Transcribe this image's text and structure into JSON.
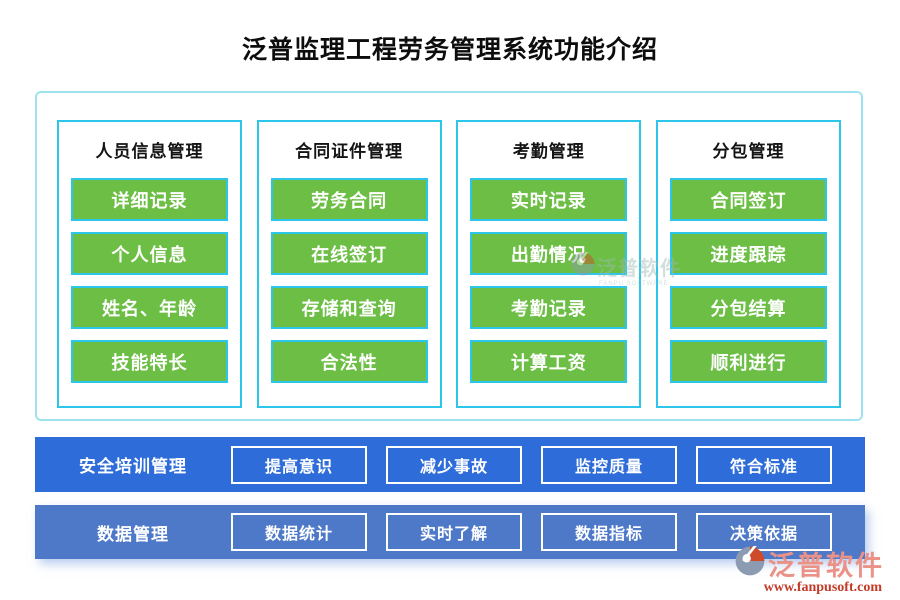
{
  "page": {
    "title": "泛普监理工程劳务管理系统功能介绍"
  },
  "columns": [
    {
      "header": "人员信息管理",
      "items": [
        "详细记录",
        "个人信息",
        "姓名、年龄",
        "技能特长"
      ]
    },
    {
      "header": "合同证件管理",
      "items": [
        "劳务合同",
        "在线签订",
        "存储和查询",
        "合法性"
      ]
    },
    {
      "header": "考勤管理",
      "items": [
        "实时记录",
        "出勤情况",
        "考勤记录",
        "计算工资"
      ]
    },
    {
      "header": "分包管理",
      "items": [
        "合同签订",
        "进度跟踪",
        "分包结算",
        "顺利进行"
      ]
    }
  ],
  "rows": [
    {
      "label": "安全培训管理",
      "items": [
        "提高意识",
        "减少事故",
        "监控质量",
        "符合标准"
      ]
    },
    {
      "label": "数据管理",
      "items": [
        "数据统计",
        "实时了解",
        "数据指标",
        "决策依据"
      ]
    }
  ],
  "watermark": {
    "brand": "泛普软件",
    "subtext": "FANPU SOFTWARE"
  },
  "logo": {
    "brand": "泛普软件",
    "url_text": "www.fanpusoft.com"
  },
  "colors": {
    "button_green": "#6CBE45",
    "cyan_border": "#2BC6E9",
    "outer_border": "#9FE2EF",
    "band1_blue": "#2D6CD9",
    "band2_blue": "#4E79C8",
    "brand_salmon": "#EA9287",
    "url_red": "#C33A28",
    "logo_gray": "#8C9BB1",
    "logo_orange": "#CE4A28"
  }
}
